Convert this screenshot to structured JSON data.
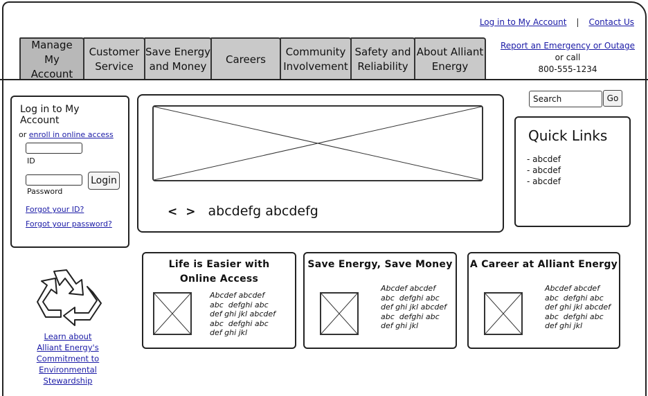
{
  "header": {
    "login_link": "Log in to My Account",
    "separator": "|",
    "contact_link": "Contact Us",
    "emergency_link": "Report an Emergency or Outage",
    "or_call": "or call",
    "phone": "800-555-1234"
  },
  "nav": {
    "tabs": [
      {
        "label": "Manage\nMy\nAccount"
      },
      {
        "label": "Customer\nService"
      },
      {
        "label": "Save Energy\nand Money"
      },
      {
        "label": "Careers"
      },
      {
        "label": "Community\nInvolvement"
      },
      {
        "label": "Safety and\nReliability"
      },
      {
        "label": "About Alliant\nEnergy"
      }
    ]
  },
  "login": {
    "title": "Log in to My Account",
    "or": "or",
    "enroll_link": "enroll in online access",
    "id_label": "ID",
    "password_label": "Password",
    "button": "Login",
    "forgot_id": "Forgot your ID?",
    "forgot_password": "Forgot your password?"
  },
  "hero": {
    "prev": "<",
    "next": ">",
    "caption": "abcdefg abcdefg"
  },
  "search": {
    "placeholder": "Search",
    "button": "Go"
  },
  "quick_links": {
    "title": "Quick Links",
    "items": [
      "- abcdef",
      "- abcdef",
      "- abcdef"
    ]
  },
  "environment": {
    "link": "Learn about\nAlliant Energy's\nCommitment to\nEnvironmental\nStewardship"
  },
  "cards": [
    {
      "title": "Life is Easier with\nOnline Access",
      "body": "Abcdef abcdef\nabc  defghi abc\ndef ghi jkl abcdef\nabc  defghi abc\ndef ghi jkl"
    },
    {
      "title": "Save Energy, Save Money",
      "body": "Abcdef abcdef\nabc  defghi abc\ndef ghi jkl abcdef\nabc  defghi abc\ndef ghi jkl"
    },
    {
      "title": "A Career at Alliant Energy",
      "body": "Abcdef abcdef\nabc  defghi abc\ndef ghi jkl abcdef\nabc  defghi abc\ndef ghi jkl"
    }
  ]
}
